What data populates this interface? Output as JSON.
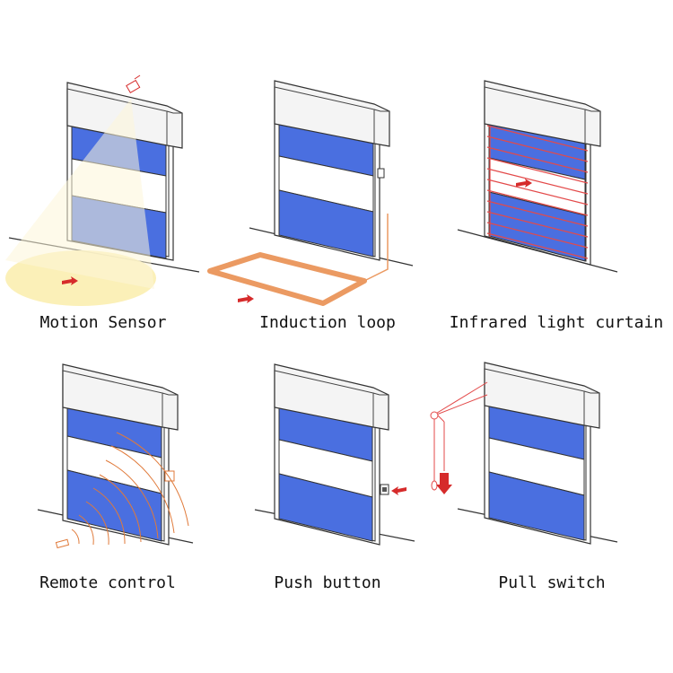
{
  "panels": [
    {
      "id": "motion-sensor",
      "label": "Motion Sensor"
    },
    {
      "id": "induction-loop",
      "label": "Induction loop"
    },
    {
      "id": "infrared-light-curtain",
      "label": "Infrared light curtain"
    },
    {
      "id": "remote-control",
      "label": "Remote control"
    },
    {
      "id": "push-button",
      "label": "Push button"
    },
    {
      "id": "pull-switch",
      "label": "Pull switch"
    }
  ],
  "colors": {
    "panel_blue": "#4a6fe0",
    "panel_white": "#ffffff",
    "header_fill": "#f4f4f4",
    "outline": "#333333",
    "arrow_red": "#d62b2b",
    "loop_orange": "#eb9a62",
    "signal_orange": "#e07a3a",
    "sensor_beam": "#fdf6d8",
    "sensor_pool": "#fbeeb0",
    "ir_beam": "#e34a4a"
  },
  "icons": [
    "motion-sensor-icon",
    "induction-loop-icon",
    "infrared-beam-icon",
    "remote-control-icon",
    "push-button-icon",
    "pull-switch-icon"
  ]
}
